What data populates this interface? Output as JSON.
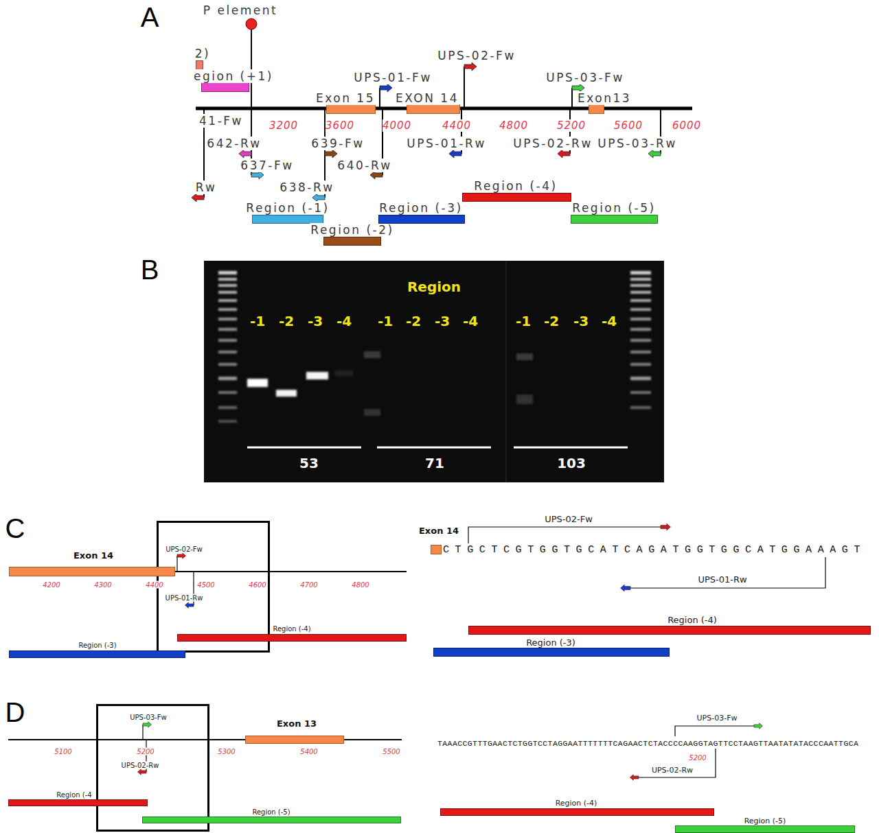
{
  "diagram": {
    "nodes": [
      {
        "text": [
          "Exon 15"
        ]
      },
      {
        "text": [
          "EXON 14"
        ]
      },
      {
        "text": [
          "Exon13"
        ]
      },
      {
        "text": [
          "2)"
        ]
      },
      {
        "text": [
          "egion (+1)"
        ]
      },
      {
        "text": [
          "Region (-1)"
        ]
      },
      {
        "text": [
          "Region (-2)"
        ]
      },
      {
        "text": [
          "Region (-3)"
        ]
      },
      {
        "text": [
          "Region (-4)"
        ]
      },
      {
        "text": [
          "Region (-5)"
        ]
      },
      {
        "text": [
          "Exon 14"
        ]
      },
      {
        "text": [
          "Region (-4)"
        ]
      },
      {
        "text": [
          "Region (-3)"
        ]
      },
      {
        "text": [
          "Exon 14"
        ]
      },
      {
        "text": [
          "Region (-4)"
        ]
      },
      {
        "text": [
          "Region (-3)"
        ]
      },
      {
        "text": [
          "Exon 13"
        ]
      },
      {
        "text": [
          "Region (-4"
        ]
      },
      {
        "text": [
          "Region (-5)"
        ]
      },
      {
        "text": [
          "Region (-4)"
        ]
      },
      {
        "text": [
          "Region (-5)"
        ]
      }
    ],
    "labels": [
      "A",
      "P element",
      "UPS-01-Fw",
      "UPS-02-Fw",
      "UPS-03-Fw",
      "41-Fw",
      "3200",
      "3600",
      "4000",
      "4400",
      "4800",
      "5200",
      "5600",
      "6000",
      "642-Rw",
      "639-Fw",
      "UPS-01-Rw",
      "UPS-02-Rw",
      "UPS-03-Rw",
      "637-Fw",
      "640-Rw",
      "Rw",
      "638-Rw",
      "B",
      "Region",
      "-1",
      "-2",
      "-3",
      "-4",
      "-1",
      "-2",
      "-3",
      "-4",
      "-1",
      "-2",
      "-3",
      "-4",
      "53",
      "71",
      "103",
      "C",
      "UPS-02-Fw",
      "UPS-01-Rw",
      "4200",
      "4300",
      "4400",
      "4500",
      "4600",
      "4700",
      "4800",
      "UPS-02-Fw",
      "CTGCTCGTGGTGCATCAGATGGTGGCATGGAAAGT",
      "UPS-01-Rw",
      "D",
      "UPS-03-Fw",
      "UPS-02-Rw",
      "5100",
      "5200",
      "5300",
      "5400",
      "5500",
      "TAAACCGTTTGAACTCTGGTCCTAGGAATTTTTTTCAGAACTCTACCCCAAGGTAGTTCCTAAGTTAATATATACCCAATTGCA",
      "UPS-03-Fw",
      "UPS-02-Rw",
      "5200"
    ]
  }
}
